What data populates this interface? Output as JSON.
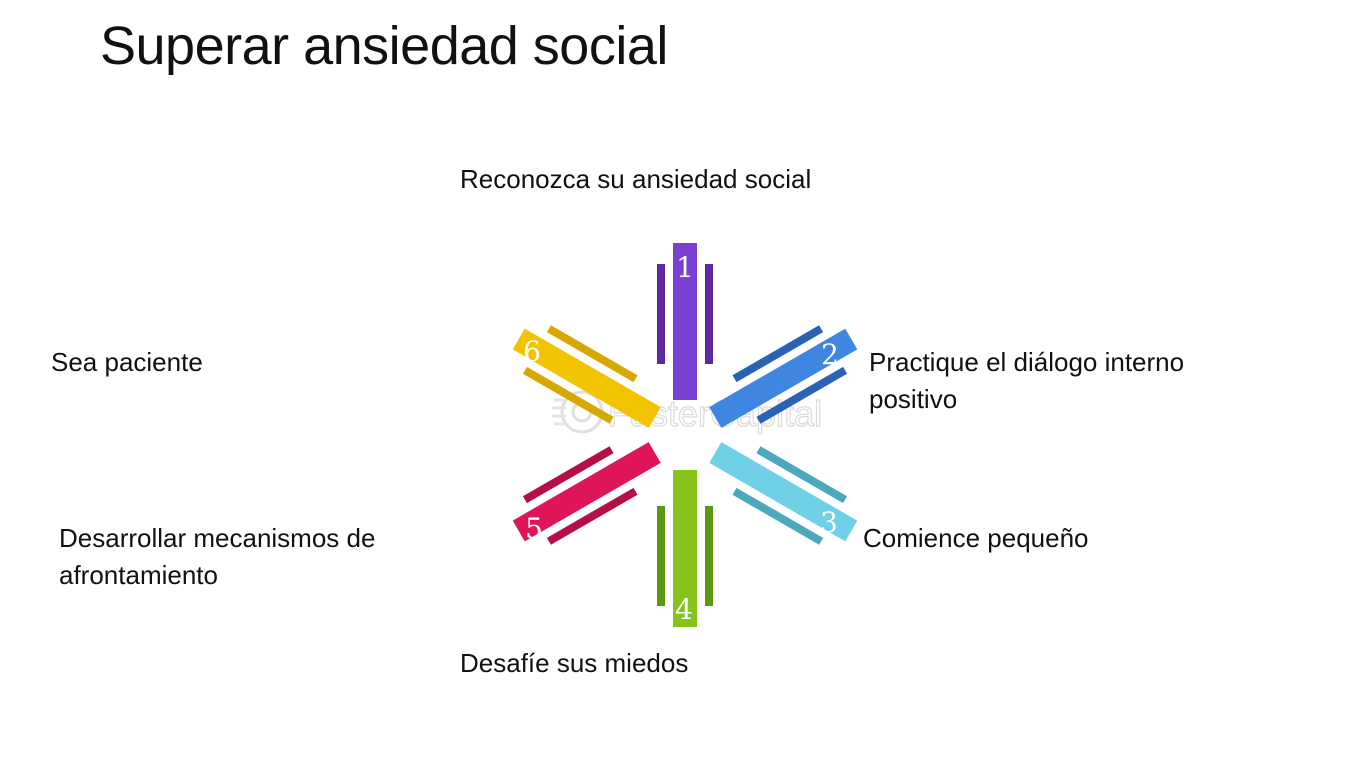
{
  "title": "Superar ansiedad social",
  "watermark": "FasterCapital",
  "steps": [
    {
      "number": "1",
      "label": "Reconozca su ansiedad social",
      "color": "#7b3fd1",
      "accent": "#5a2a9e"
    },
    {
      "number": "2",
      "label": "Practique el diálogo interno positivo",
      "color": "#3f86e0",
      "accent": "#2a62b4"
    },
    {
      "number": "3",
      "label": "Comience pequeño",
      "color": "#6fd0e6",
      "accent": "#4aa9bd"
    },
    {
      "number": "4",
      "label": "Desafíe sus miedos",
      "color": "#86c41c",
      "accent": "#5f9712"
    },
    {
      "number": "5",
      "label": "Desarrollar mecanismos de afrontamiento",
      "color": "#de1657",
      "accent": "#b50f44"
    },
    {
      "number": "6",
      "label": "Sea paciente",
      "color": "#f2c300",
      "accent": "#d7a800"
    }
  ]
}
